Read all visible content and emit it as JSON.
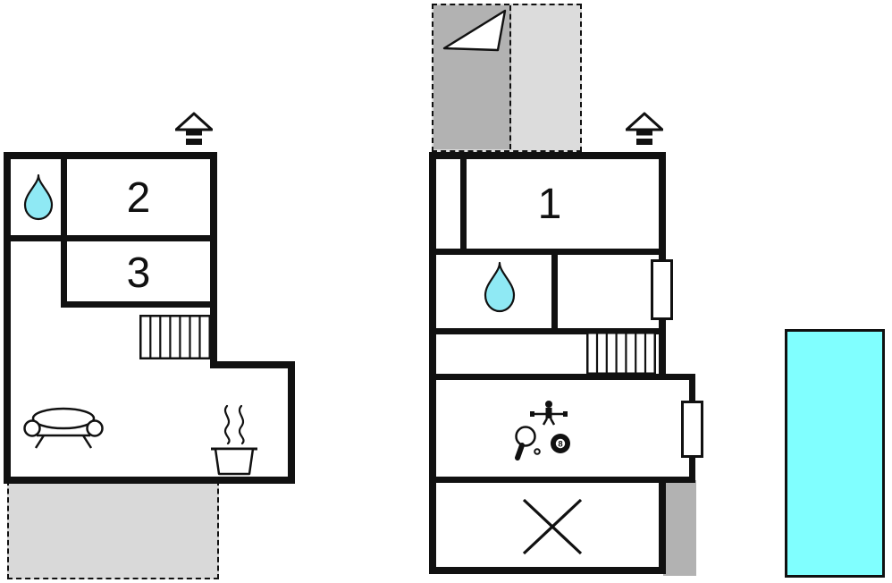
{
  "colors": {
    "wall": "#111111",
    "water_drop": "#8fe9f4",
    "pool": "#80ffff",
    "terrace_gray": "#d9d9d9",
    "dark_gray": "#b2b2b2",
    "light_gray": "#dcdcdc"
  },
  "left_plan": {
    "rooms": [
      {
        "label": "2"
      },
      {
        "label": "3"
      }
    ],
    "icons": [
      "chimney-icon",
      "water-drop-icon",
      "stairs-icon",
      "sofa-icon",
      "stove-icon"
    ],
    "areas": [
      "terrace"
    ]
  },
  "right_plan": {
    "rooms": [
      {
        "label": "1"
      }
    ],
    "billiard_ball_label": "8",
    "icons": [
      "north-arrow-icon",
      "chimney-icon",
      "water-drop-icon",
      "stairs-icon",
      "table-tennis-icon",
      "foosball-icon",
      "billiard-ball-icon",
      "cross-icon"
    ],
    "areas": [
      "dashed-overhang",
      "gray-annex"
    ]
  },
  "outdoor": {
    "areas": [
      "swimming-pool"
    ]
  }
}
